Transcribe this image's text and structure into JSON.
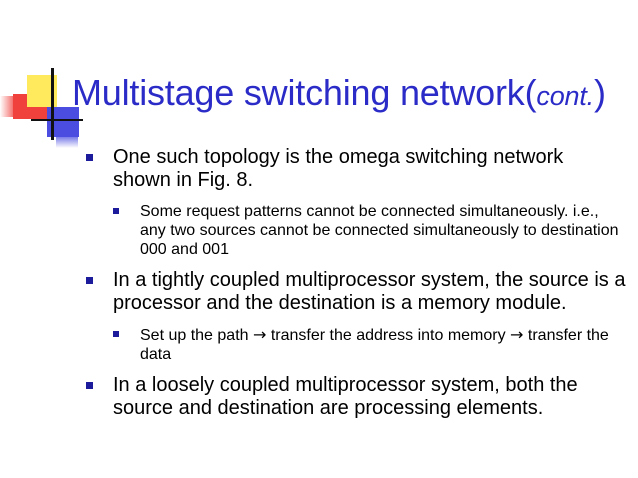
{
  "slide": {
    "title_main": "Multistage switching network(",
    "title_italic": "cont.",
    "title_close": ")",
    "bullets": [
      {
        "text": "One such topology is the omega switching network shown in Fig. 8.",
        "sub": "Some request patterns cannot be connected simultaneously. i.e., any two sources cannot be connected simultaneously to destination 000 and 001"
      },
      {
        "text": "In a tightly coupled multiprocessor system, the source is a processor and the destination is a memory module.",
        "sub_part1": "Set up the path ",
        "sub_arrow1": "→",
        "sub_part2": " transfer the address into memory ",
        "sub_arrow2": "→",
        "sub_part3": " transfer the data"
      },
      {
        "text": "In a loosely coupled multiprocessor system, both the source and destination are processing elements."
      }
    ]
  }
}
